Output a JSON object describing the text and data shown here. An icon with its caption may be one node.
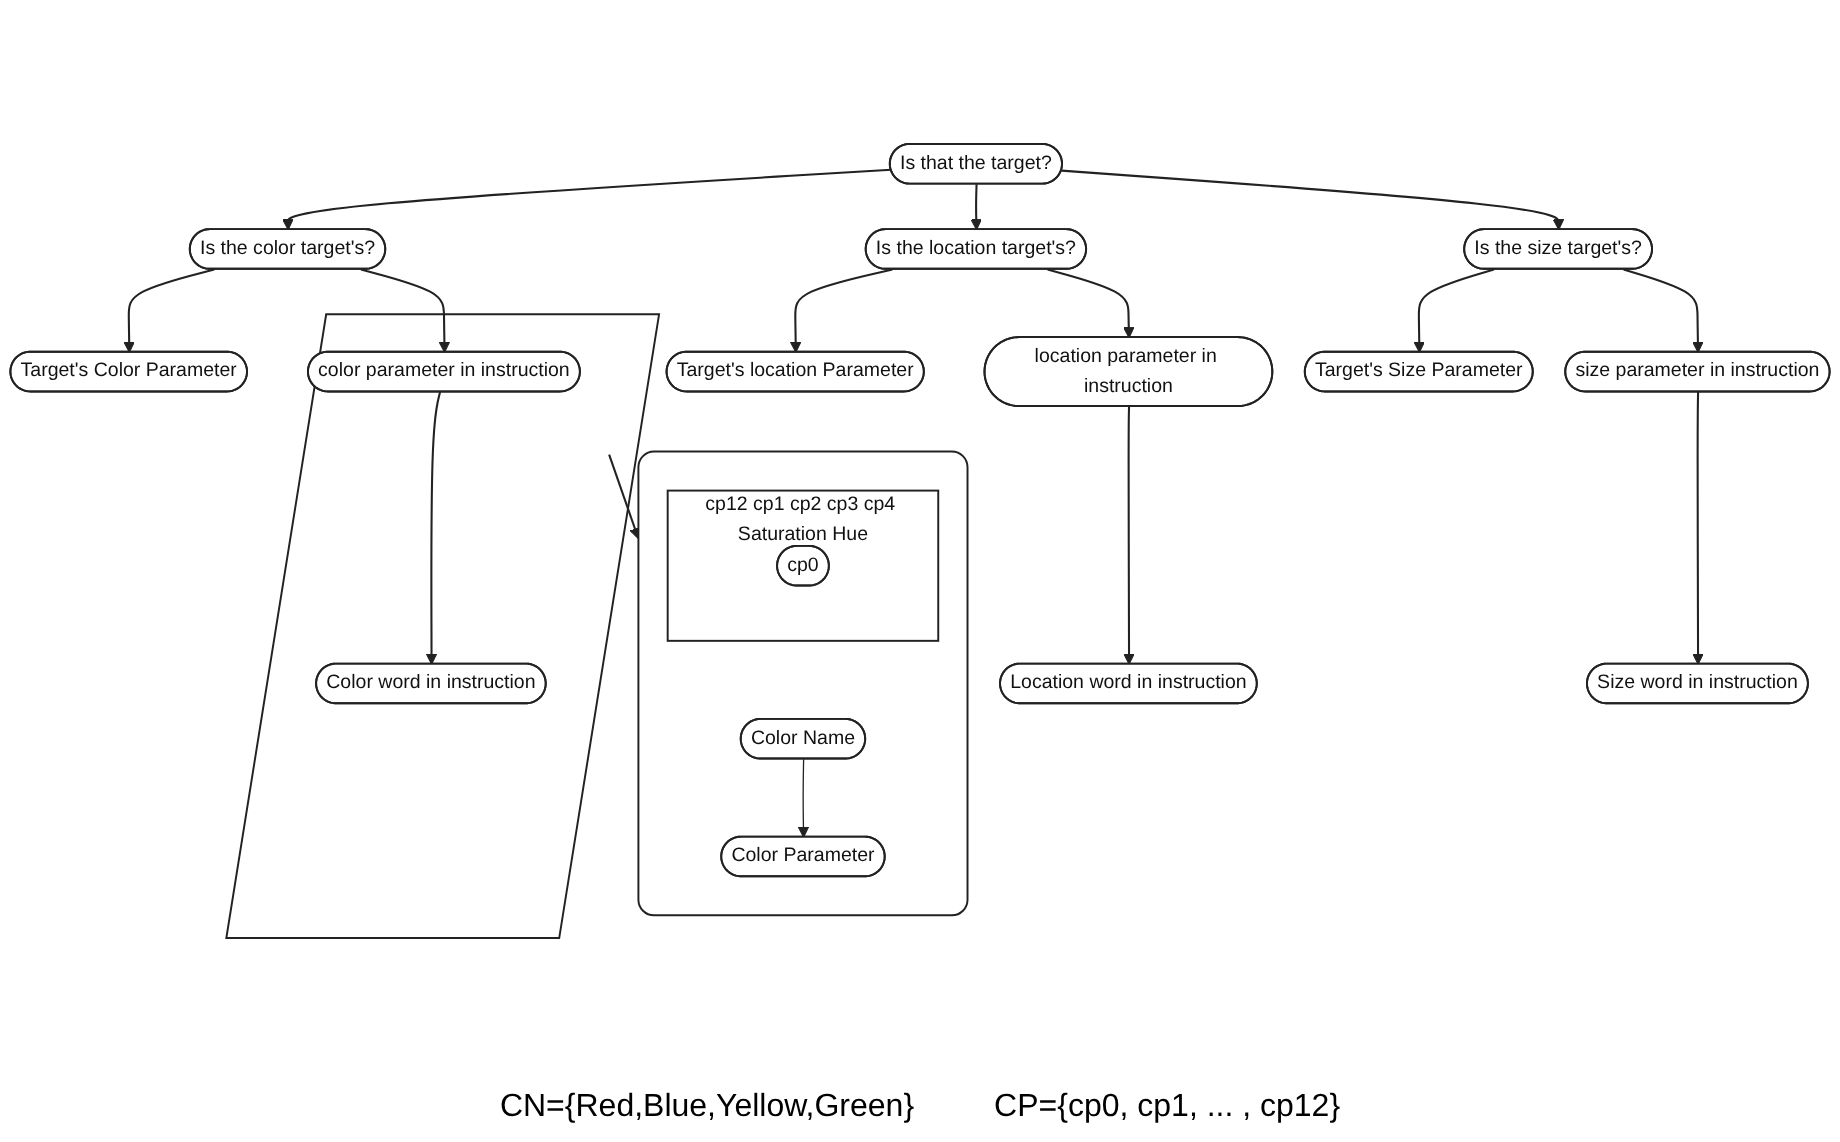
{
  "diagram": {
    "nodes": [
      {
        "text": [
          "Is that the target?"
        ]
      },
      {
        "text": [
          "Is the color target's?"
        ]
      },
      {
        "text": [
          "Is the location target's?"
        ]
      },
      {
        "text": [
          "Is the size target's?"
        ]
      },
      {
        "text": [
          "Target's Color Parameter"
        ]
      },
      {
        "text": [],
        "shape": "parallelogram"
      },
      {
        "text": [
          "color parameter in instruction"
        ],
        "in": 5
      },
      {
        "text": [
          "Target's location Parameter"
        ]
      },
      {
        "text": [
          "location parameter in instruction"
        ]
      },
      {
        "text": [
          "Target's Size Parameter"
        ]
      },
      {
        "text": [
          "size parameter in instruction"
        ]
      },
      {
        "text": [
          "Color word in instruction"
        ],
        "in": 5
      },
      {
        "text": [
          "Location word in instruction"
        ]
      },
      {
        "text": [
          "Size word in instruction"
        ]
      },
      {
        "text": [],
        "shape": "box"
      },
      {
        "text": [
          "Color Name"
        ],
        "in": 14
      },
      {
        "text": [
          "Color Parameter"
        ],
        "in": 14
      },
      {
        "text": [
          "cp12",
          "cp1",
          "cp2",
          "cp3",
          "cp4",
          "Saturation",
          "Hue"
        ],
        "in": 14
      },
      {
        "text": [
          "cp0"
        ],
        "in": 17
      }
    ],
    "edges": [
      {
        "from": 0,
        "to": 1,
        "arrow": "to"
      },
      {
        "from": 0,
        "to": 2,
        "arrow": "to"
      },
      {
        "from": 0,
        "to": 3,
        "arrow": "to"
      },
      {
        "from": 1,
        "to": 4,
        "arrow": "to"
      },
      {
        "from": 1,
        "to": 6,
        "arrow": "to"
      },
      {
        "from": 6,
        "to": 11,
        "arrow": "to"
      },
      {
        "from": 2,
        "to": 7,
        "arrow": "to"
      },
      {
        "from": 2,
        "to": 8,
        "arrow": "to"
      },
      {
        "from": 8,
        "to": 12,
        "arrow": "to"
      },
      {
        "from": 3,
        "to": 9,
        "arrow": "to"
      },
      {
        "from": 3,
        "to": 10,
        "arrow": "to"
      },
      {
        "from": 10,
        "to": 13,
        "arrow": "to"
      },
      {
        "from": 5,
        "to": 14,
        "arrow": "to"
      },
      {
        "from": 15,
        "to": 16,
        "arrow": "to"
      }
    ],
    "labels": [
      "CN={Red,Blue,Yellow,Green}",
      "CP={cp0, cp1, ... , cp12}"
    ]
  }
}
